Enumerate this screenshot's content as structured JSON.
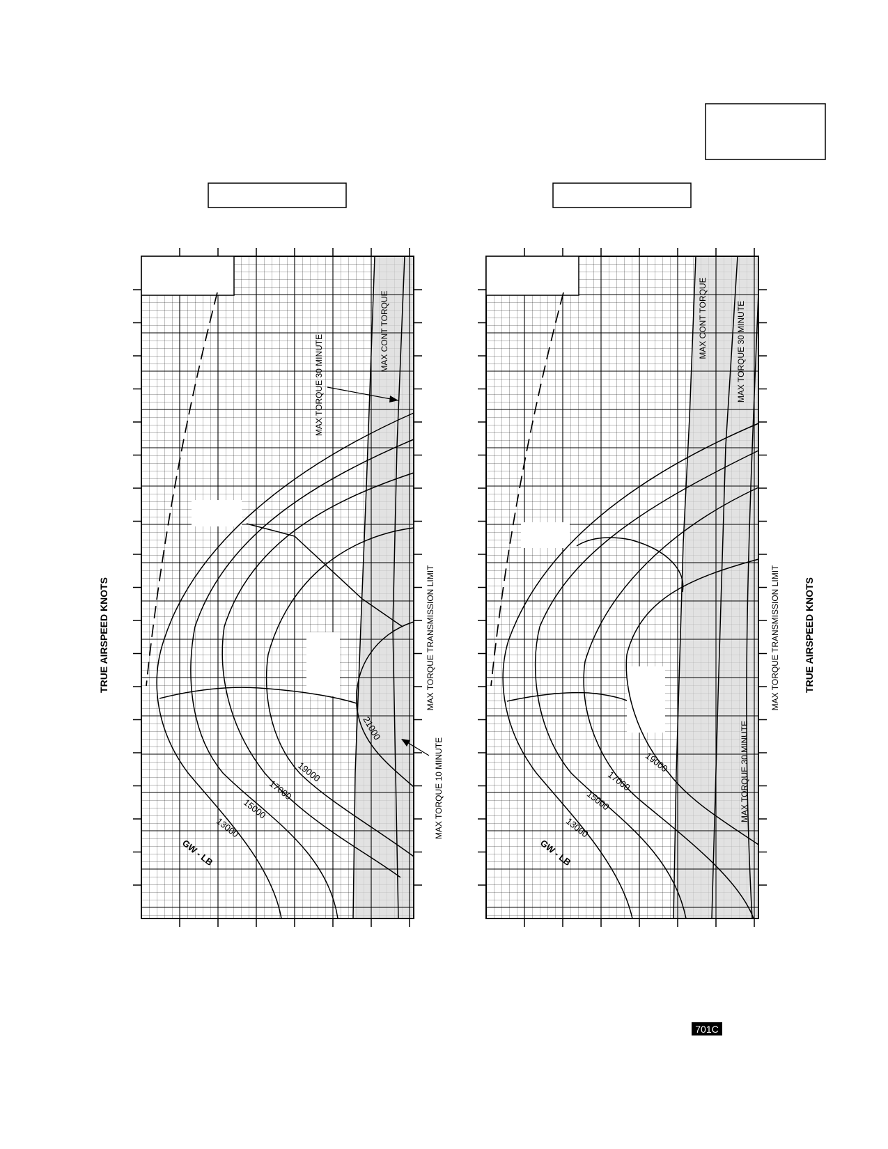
{
  "page": {
    "axis_label_left": "TRUE AIRSPEED  KNOTS",
    "axis_label_right": "TRUE AIRSPEED  KNOTS",
    "badge": "701C"
  },
  "chart_data": [
    {
      "type": "line",
      "panel": "left",
      "xlabel": "TRUE AIRSPEED  KNOTS",
      "gw_label": "GW - LB",
      "series_labels": [
        "13000",
        "15000",
        "17000",
        "19000",
        "21000"
      ],
      "limit_labels": {
        "max_cont": "MAX CONT TORQUE",
        "max_30": "MAX TORQUE  30 MINUTE",
        "trans": "MAX TORQUE  TRANSMISSION LIMIT",
        "max_10": "MAX TORQUE  10 MINUTE"
      }
    },
    {
      "type": "line",
      "panel": "right",
      "xlabel": "TRUE AIRSPEED  KNOTS",
      "gw_label": "GW - LB",
      "series_labels": [
        "13000",
        "15000",
        "17000",
        "19000"
      ],
      "limit_labels": {
        "max_cont": "MAX CONT TORQUE",
        "max_30_top": "MAX TORQUE  30 MINUTE",
        "trans": "MAX TORQUE  TRANSMISSION LIMIT",
        "max_30_bottom": "MAX TORQUE  30 MINUTE"
      }
    }
  ]
}
